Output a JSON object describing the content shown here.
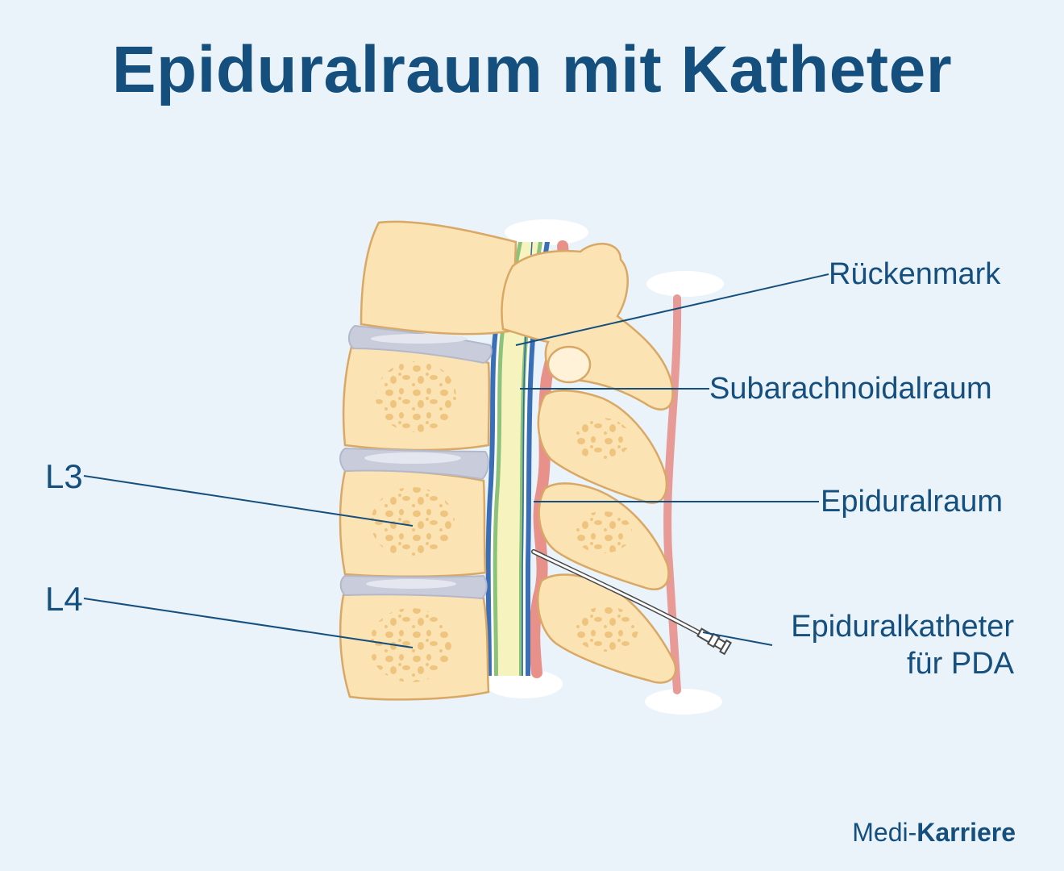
{
  "title": "Epiduralraum mit Katheter",
  "labels": {
    "rueckenmark": "Rückenmark",
    "subarachnoidalraum": "Subarachnoidalraum",
    "epiduralraum": "Epiduralraum",
    "katheter_line1": "Epiduralkatheter",
    "katheter_line2": "für PDA",
    "l3": "L3",
    "l4": "L4"
  },
  "brand": {
    "part1": "Medi",
    "separator": "-",
    "part2": "Karriere"
  },
  "colors": {
    "background": "#eaf2fa",
    "text": "#154f7d",
    "bone": "#fbe3b4",
    "bone_outline": "#d9a865",
    "disc": "#c9ccda",
    "spinal_cord": "#f6f3be",
    "dura": "#3a6fb8",
    "ligament": "#e79a96"
  }
}
